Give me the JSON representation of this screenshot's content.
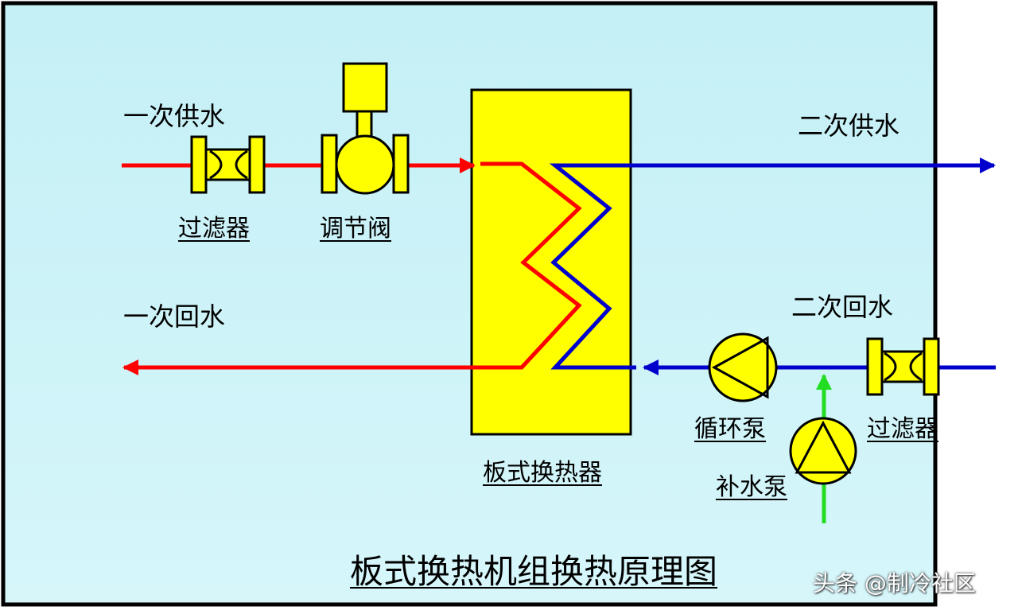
{
  "diagram": {
    "title": "板式换热机组换热原理图",
    "labels": {
      "primary_supply": "一次供水",
      "primary_return": "一次回水",
      "secondary_supply": "二次供水",
      "secondary_return": "二次回水",
      "filter_primary": "过滤器",
      "control_valve": "调节阀",
      "heat_exchanger": "板式换热器",
      "circulation_pump": "循环泵",
      "filter_secondary": "过滤器",
      "makeup_pump": "补水泵"
    },
    "watermark": "头条 @制冷社区"
  },
  "colors": {
    "background": "#cdf3f8",
    "border": "#000000",
    "component_fill": "#ffff00",
    "hot_line": "#ff0000",
    "cold_line": "#0000cc",
    "makeup_line": "#22dd22"
  },
  "icons": [
    "filter-icon",
    "control-valve-icon",
    "circulation-pump-icon",
    "makeup-pump-icon",
    "plate-heat-exchanger-icon"
  ]
}
